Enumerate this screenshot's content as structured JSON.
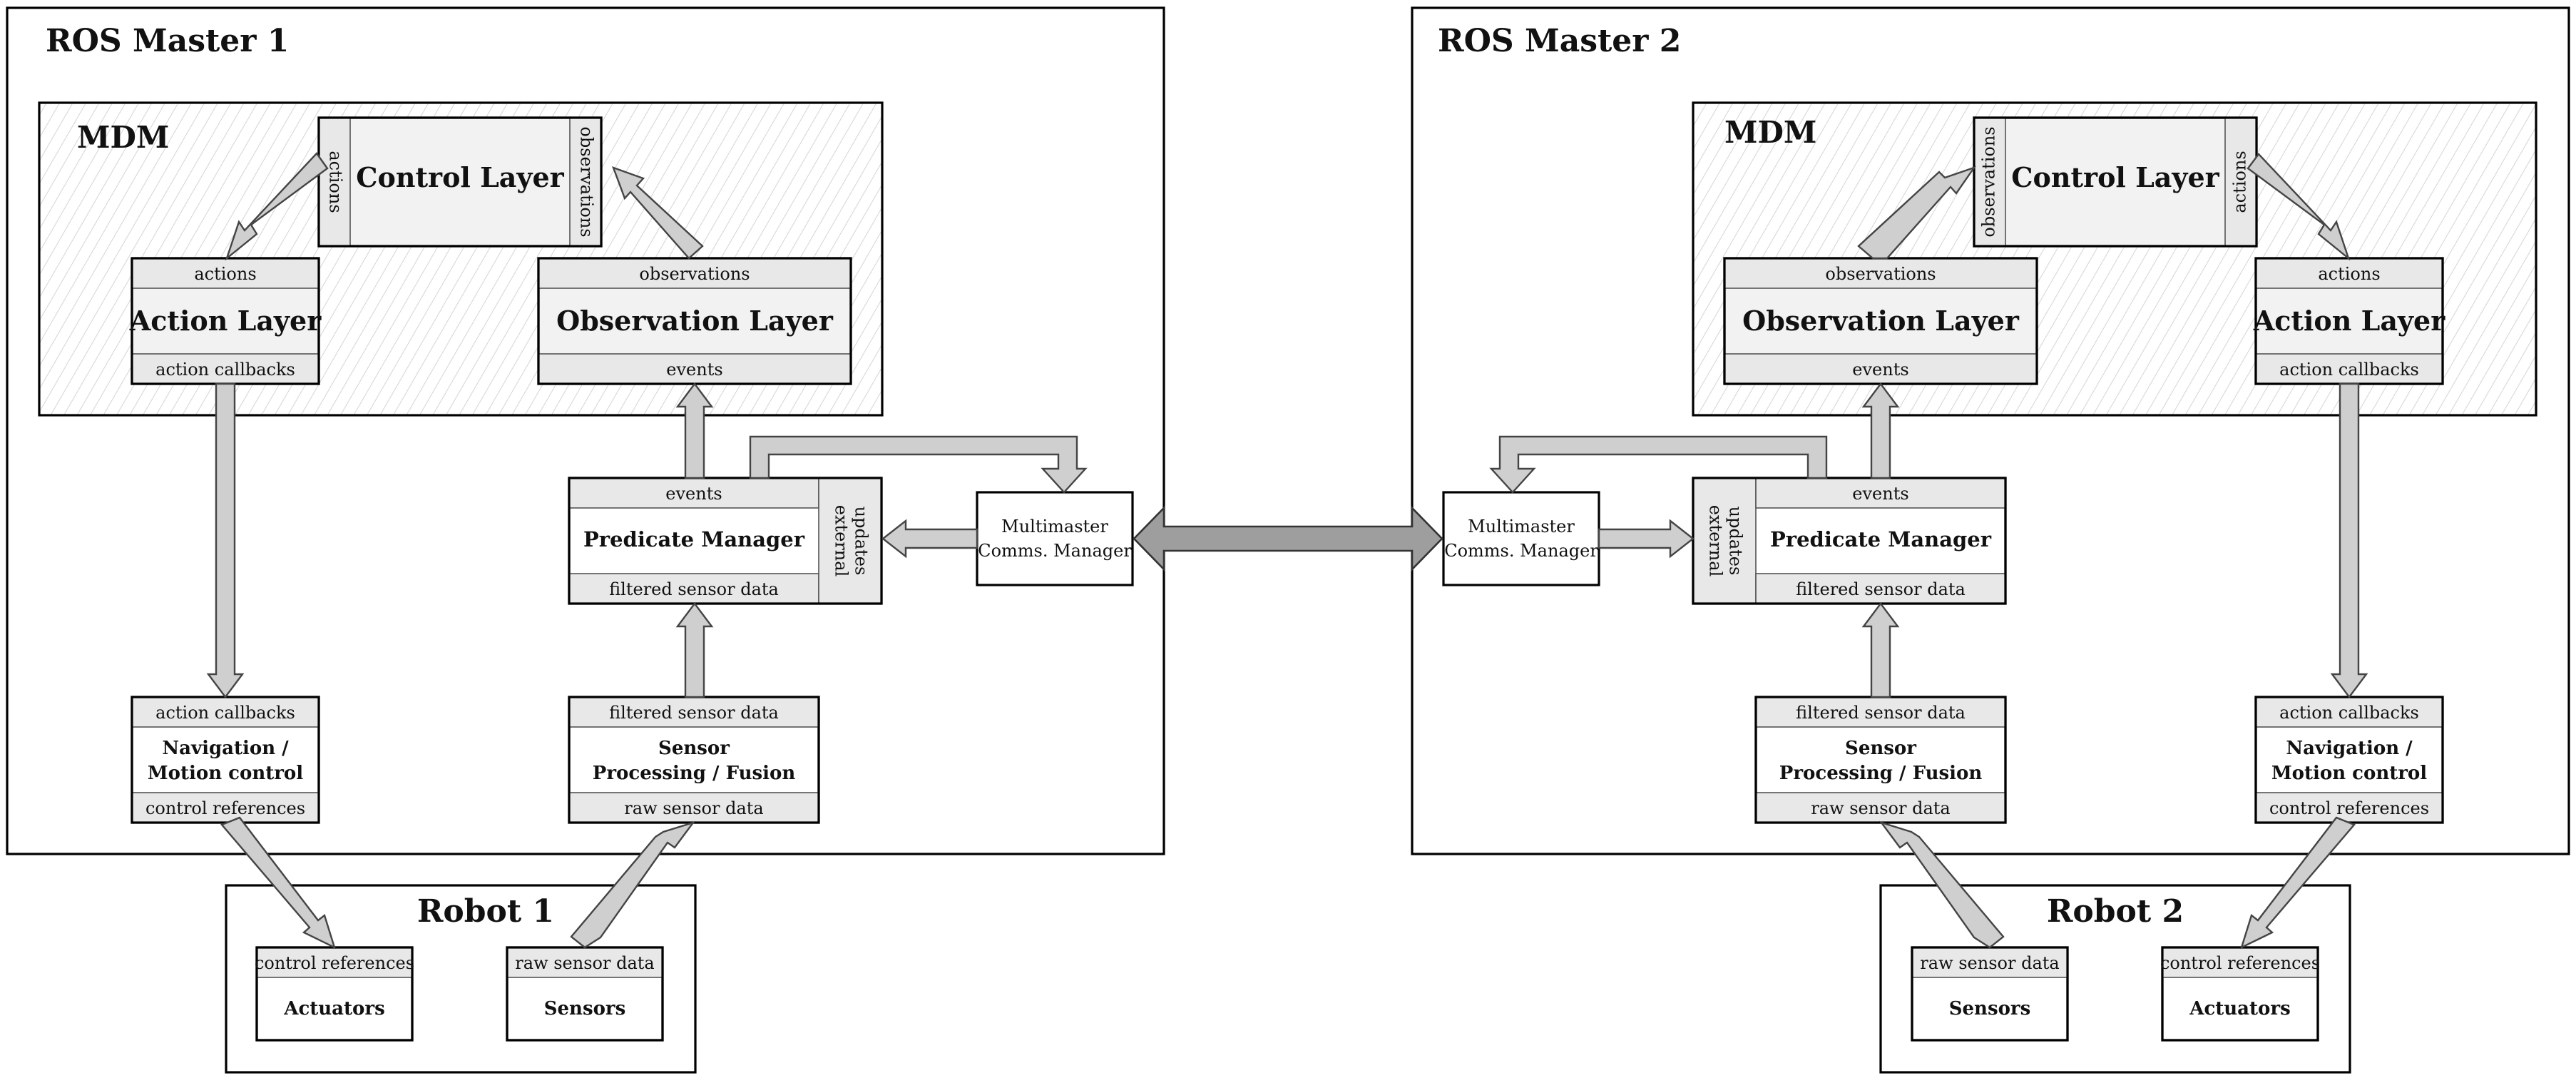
{
  "colors": {
    "box_border": "#000000",
    "strip_fill": "#e8e8e8",
    "layer_fill": "#f2f2f2",
    "arrow_fill": "#cfcfcf",
    "arrow_big_fill": "#9e9e9e",
    "hatch": "#d4d4d4"
  },
  "ros1": {
    "title": "ROS Master 1",
    "mdm": {
      "title": "MDM",
      "control": {
        "title": "Control Layer",
        "left_label": "actions",
        "right_label": "observations"
      },
      "action": {
        "top": "actions",
        "title": "Action Layer",
        "bottom": "action callbacks"
      },
      "observation": {
        "top": "observations",
        "title": "Observation Layer",
        "bottom": "events"
      }
    },
    "predicate": {
      "top": "events",
      "title": "Predicate Manager",
      "bottom": "filtered sensor data",
      "side": [
        "external",
        "updates"
      ]
    },
    "comms": {
      "lines": [
        "Multimaster",
        "Comms. Manager"
      ]
    },
    "nav": {
      "top": "action callbacks",
      "lines": [
        "Navigation /",
        "Motion control"
      ],
      "bottom": "control references"
    },
    "sensor": {
      "top": "filtered sensor data",
      "lines": [
        "Sensor",
        "Processing / Fusion"
      ],
      "bottom": "raw sensor data"
    }
  },
  "ros2": {
    "title": "ROS Master 2",
    "mdm": {
      "title": "MDM",
      "control": {
        "title": "Control Layer",
        "left_label": "observations",
        "right_label": "actions"
      },
      "observation": {
        "top": "observations",
        "title": "Observation Layer",
        "bottom": "events"
      },
      "action": {
        "top": "actions",
        "title": "Action Layer",
        "bottom": "action callbacks"
      }
    },
    "comms": {
      "lines": [
        "Multimaster",
        "Comms. Manager"
      ]
    },
    "predicate": {
      "top": "events",
      "title": "Predicate Manager",
      "bottom": "filtered sensor data",
      "side": [
        "external",
        "updates"
      ]
    },
    "sensor": {
      "top": "filtered sensor data",
      "lines": [
        "Sensor",
        "Processing / Fusion"
      ],
      "bottom": "raw sensor data"
    },
    "nav": {
      "top": "action callbacks",
      "lines": [
        "Navigation /",
        "Motion control"
      ],
      "bottom": "control references"
    }
  },
  "robot1": {
    "title": "Robot 1",
    "actuators": {
      "top": "control references",
      "title": "Actuators"
    },
    "sensors": {
      "top": "raw sensor data",
      "title": "Sensors"
    }
  },
  "robot2": {
    "title": "Robot 2",
    "sensors": {
      "top": "raw sensor data",
      "title": "Sensors"
    },
    "actuators": {
      "top": "control references",
      "title": "Actuators"
    }
  }
}
